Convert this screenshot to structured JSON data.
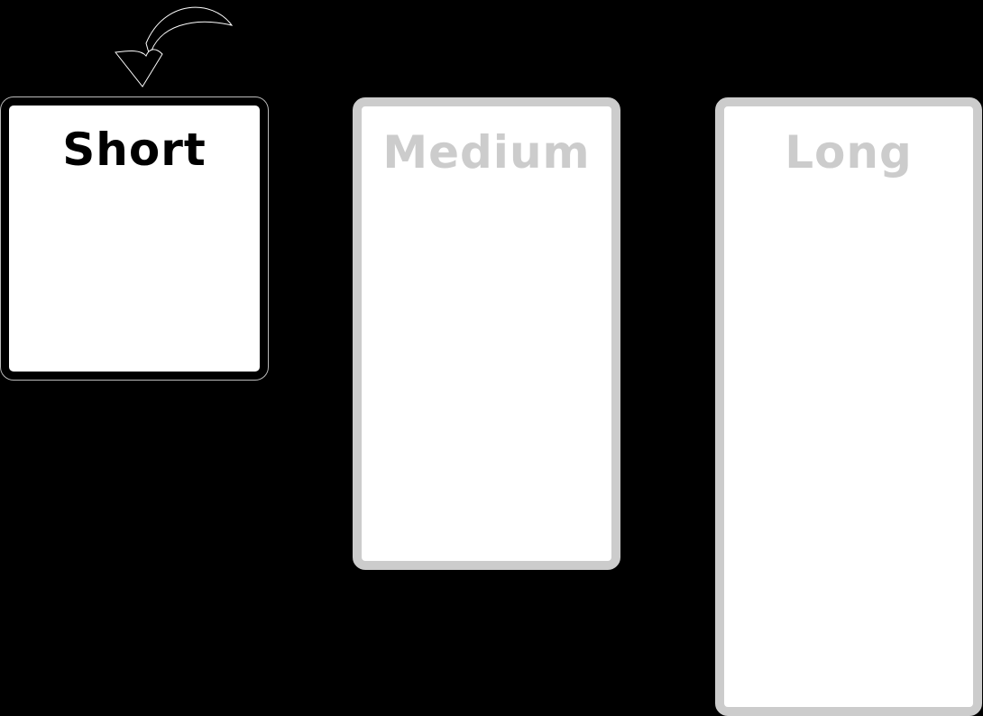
{
  "boxes": [
    {
      "id": "short",
      "label": "Short",
      "state": "active",
      "border_color": "#000000",
      "text_color": "#000000"
    },
    {
      "id": "medium",
      "label": "Medium",
      "state": "inactive",
      "border_color": "#cccccc",
      "text_color": "#cccccc"
    },
    {
      "id": "long",
      "label": "Long",
      "state": "inactive",
      "border_color": "#cccccc",
      "text_color": "#cccccc"
    }
  ],
  "indicator": {
    "icon": "curved-arrow-down-icon",
    "points_to": "short"
  },
  "colors": {
    "background": "#000000",
    "box_fill": "#ffffff"
  }
}
